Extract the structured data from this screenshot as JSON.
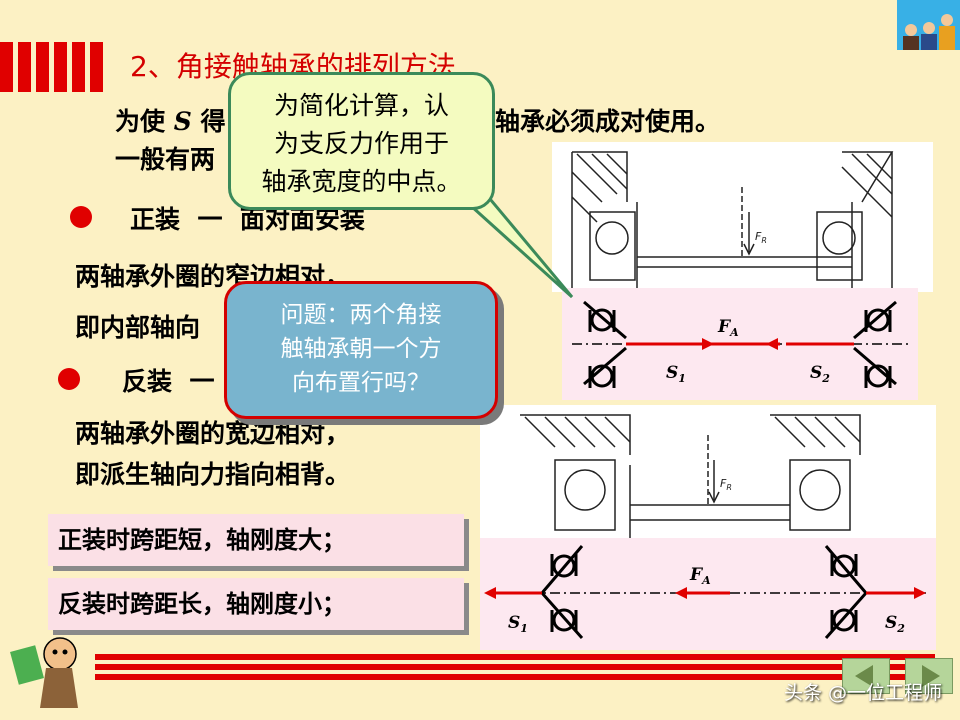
{
  "slide": {
    "title": "2、角接触轴承的排列方法",
    "intro_line1": "为使 S 得到平衡，角接触轴承必须成对使用。",
    "intro_line1_visible_a": "为使 ",
    "intro_line1_visible_b": "S",
    "intro_line1_visible_c": " 得",
    "intro_line1_visible_d": "轴承必须成对使用。",
    "intro_line2_visible": "一般有两",
    "bullet1_label": "正装",
    "bullet1_dash": "一",
    "bullet1_desc": "面对面安装",
    "bullet1_line1": "两轴承外圈的窄边相对，",
    "bullet1_line2": "即内部轴向",
    "bullet2_label": "反装",
    "bullet2_dash": "一",
    "bullet2_line1": "两轴承外圈的宽边相对，",
    "bullet2_line2": "即派生轴向力指向相背。",
    "box1": "正装时跨距短，轴刚度大；",
    "box2": "反装时跨距长，轴刚度小；"
  },
  "callouts": {
    "green": [
      "为简化计算，认",
      "为支反力作用于",
      "轴承宽度的中点。"
    ],
    "blue": [
      "问题：两个角接",
      "触轴承朝一个方",
      "向布置行吗？"
    ]
  },
  "diagram1": {
    "fa": "F",
    "fa_sub": "A",
    "s1": "S",
    "s1_sub": "1",
    "s2": "S",
    "s2_sub": "2",
    "fr": "F",
    "fr_sub": "R"
  },
  "diagram2": {
    "fa": "F",
    "fa_sub": "A",
    "s1": "S",
    "s1_sub": "1",
    "s2": "S",
    "s2_sub": "2",
    "fr": "F",
    "fr_sub": "R"
  },
  "watermark": "头条 @一位工程师",
  "colors": {
    "background": "#fcf1c4",
    "accent_red": "#e00000",
    "callout_green": "#f4fbc0",
    "callout_blue": "#79b4ce"
  }
}
